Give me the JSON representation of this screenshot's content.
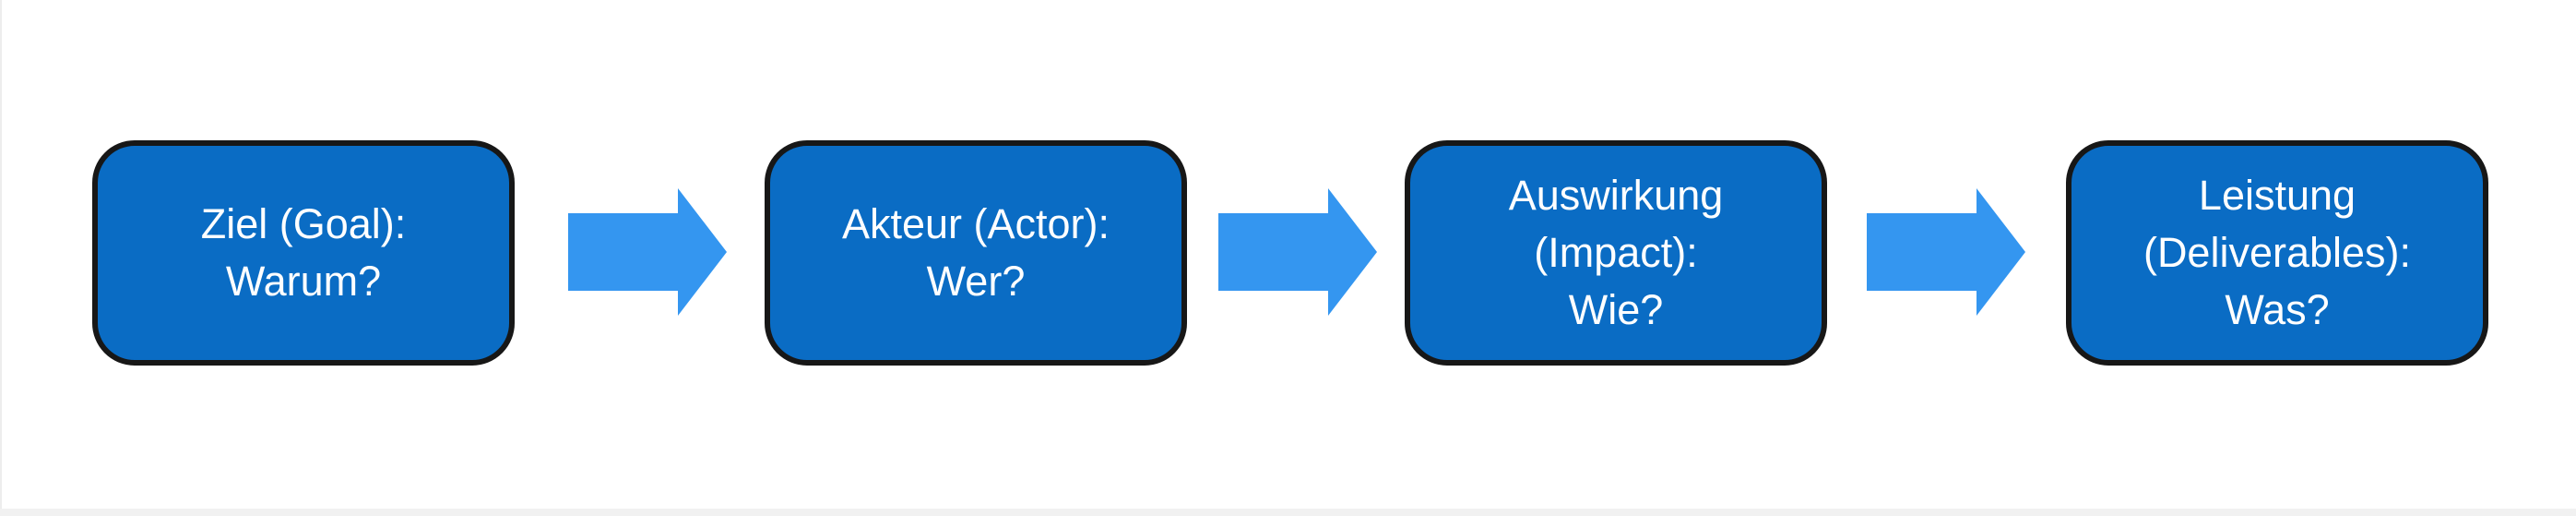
{
  "diagram": {
    "type": "flowchart",
    "colors": {
      "node_fill": "#0a6cc4",
      "node_border": "#171717",
      "arrow": "#3496f0",
      "text": "#ffffff",
      "canvas_background": "#ffffff",
      "bottom_edge": "#f1f1f1"
    },
    "nodes": [
      {
        "id": "goal",
        "lines": [
          "Ziel (Goal):",
          "Warum?"
        ]
      },
      {
        "id": "actor",
        "lines": [
          "Akteur (Actor):",
          "Wer?"
        ]
      },
      {
        "id": "impact",
        "lines": [
          "Auswirkung",
          "(Impact):",
          "Wie?"
        ]
      },
      {
        "id": "deliverables",
        "lines": [
          "Leistung",
          "(Deliverables):",
          "Was?"
        ]
      }
    ],
    "connectors": [
      {
        "from": "goal",
        "to": "actor",
        "shape": "right-block-arrow"
      },
      {
        "from": "actor",
        "to": "impact",
        "shape": "right-block-arrow"
      },
      {
        "from": "impact",
        "to": "deliverables",
        "shape": "right-block-arrow"
      }
    ]
  }
}
